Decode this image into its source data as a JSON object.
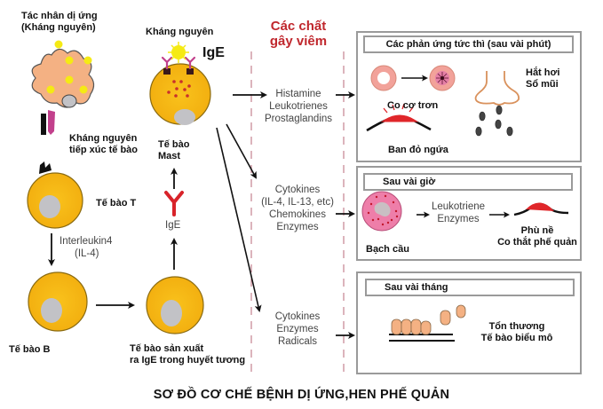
{
  "diagram": {
    "title": "SƠ ĐỒ CƠ CHẾ BỆNH DỊ ỨNG,HEN PHẾ QUẢN",
    "left_panel": {
      "allergen_label": [
        "Tác nhân dị ứng",
        "(Kháng nguyên)"
      ],
      "antigen_contact_label": [
        "Kháng nguyên",
        "tiếp xúc tế bào"
      ],
      "t_cell_label": "Tế bào T",
      "interleukin_label": [
        "Interleukin4",
        "(IL-4)"
      ],
      "b_cell_label": "Tế bào B",
      "plasma_cell_label": [
        "Tế bào sản xuất",
        "ra IgE trong huyết tương"
      ],
      "ige_label": "IgE",
      "mast_antigen_label": "Kháng nguyên",
      "mast_ige_label": "IgE",
      "mast_cell_label": [
        "Tế bào",
        "Mast"
      ]
    },
    "mediators": {
      "heading": [
        "Các chất",
        "gây viêm"
      ],
      "group1": [
        "Histamine",
        "Leukotrienes",
        "Prostaglandins"
      ],
      "group2": [
        "Cytokines",
        "(IL-4, IL-13, etc)",
        "Chemokines",
        "Enzymes"
      ],
      "group3": [
        "Cytokines",
        "Enzymes",
        "Radicals"
      ]
    },
    "responses": {
      "immediate": {
        "header": "Các phản ứng tức thì (sau vài phút)",
        "smooth_muscle": "Co cơ trơn",
        "sneeze": [
          "Hắt hơi",
          "Sổ mũi"
        ],
        "rash": "Ban đỏ ngứa"
      },
      "hours": {
        "header": "Sau vài giờ",
        "leukocyte": "Bạch cầu",
        "mediator": [
          "Leukotriene",
          "Enzymes"
        ],
        "result": [
          "Phù nề",
          "Co thắt phế quản"
        ]
      },
      "months": {
        "header": "Sau vài tháng",
        "result": [
          "Tổn thương",
          "Tế bào biểu mô"
        ]
      }
    },
    "colors": {
      "cell_fill": "#f7b919",
      "cell_stroke": "#8a6a10",
      "nucleus": "#c2c2c6",
      "macrophage": "#f4b183",
      "antigen_yellow": "#f5ea14",
      "ige_red": "#d8232a",
      "heading_red": "#c0272d",
      "divider_pink": "#c98b97",
      "box_border": "#9a9a9a"
    }
  }
}
